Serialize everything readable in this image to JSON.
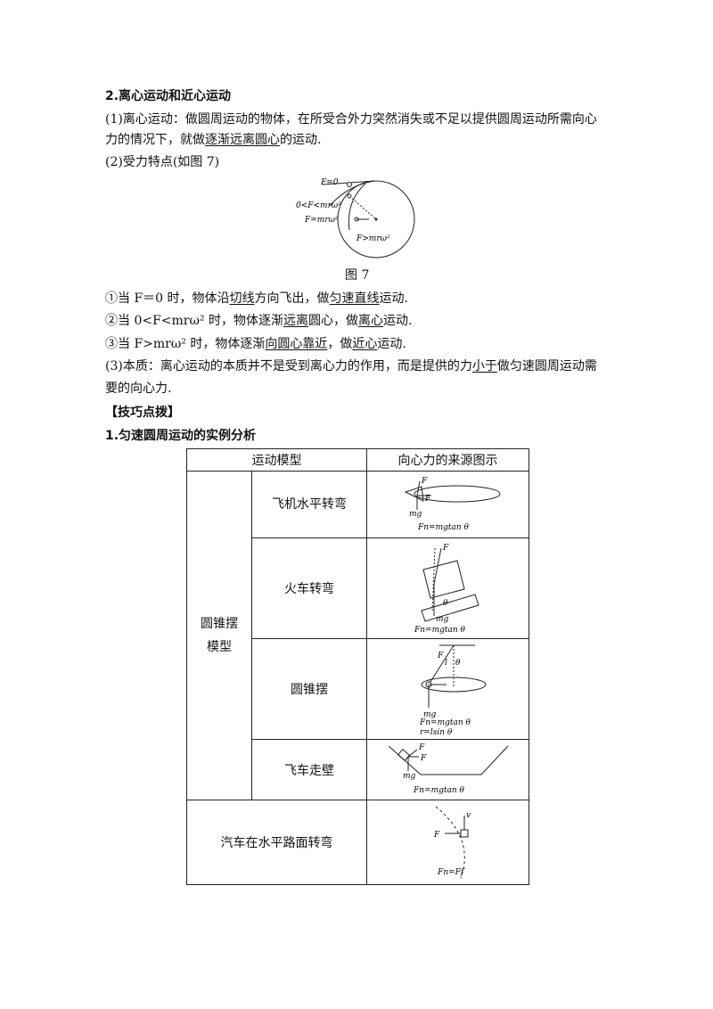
{
  "section_title": "2.离心运动和近心运动",
  "p1": {
    "line1": "(1)离心运动：做圆周运动的物体，在所受合外力突然消失或不足以提供圆周运动所需向心",
    "line2_pre": "力的情况下，就做",
    "line2_u": "逐渐远离圆心",
    "line2_post": "的运动."
  },
  "p2": "(2)受力特点(如图 7)",
  "fig7": {
    "label_f0": "F=0",
    "label_range": "0<F<mrω²",
    "label_eq": "F=mrω²",
    "label_gt": "F>mrω²",
    "caption": "图 7"
  },
  "items": [
    {
      "pre": "①当 F＝0 时，物体沿",
      "u1": "切线",
      "mid": "方向飞出，做",
      "u2": "匀速直线",
      "post": "运动."
    },
    {
      "pre": "②当 0<F<mrω² 时，物体逐渐",
      "u1": "远离",
      "mid": "圆心，做",
      "u2": "离心",
      "post": "运动."
    },
    {
      "pre": "③当 F>mrω² 时，物体逐渐",
      "u1": "向圆心靠近",
      "mid": "，做",
      "u2": "近心",
      "post": "运动."
    }
  ],
  "p3": {
    "line1_pre": "(3)本质：离心运动的本质并不是受到离心力的作用，而是提供的力",
    "line1_u": "小于",
    "line1_post": "做匀速圆周运动需",
    "line2": "要的向心力."
  },
  "tips_heading": "【技巧点拨】",
  "subsection": "1.匀速圆周运动的实例分析",
  "table": {
    "header_model": "运动模型",
    "header_source": "向心力的来源图示",
    "group_label": "圆锥摆模型",
    "rows": [
      {
        "name": "飞机水平转弯",
        "formula": "Fn=mgtan θ"
      },
      {
        "name": "火车转弯",
        "formula": "Fn=mgtan θ"
      },
      {
        "name": "圆锥摆",
        "formula": "Fn=mgtan θ",
        "formula2": "r=lsin θ"
      },
      {
        "name": "飞车走壁",
        "formula": "Fn=mgtan θ"
      },
      {
        "name": "汽车在水平路面转弯",
        "formula": "Fn=Ff"
      }
    ]
  }
}
